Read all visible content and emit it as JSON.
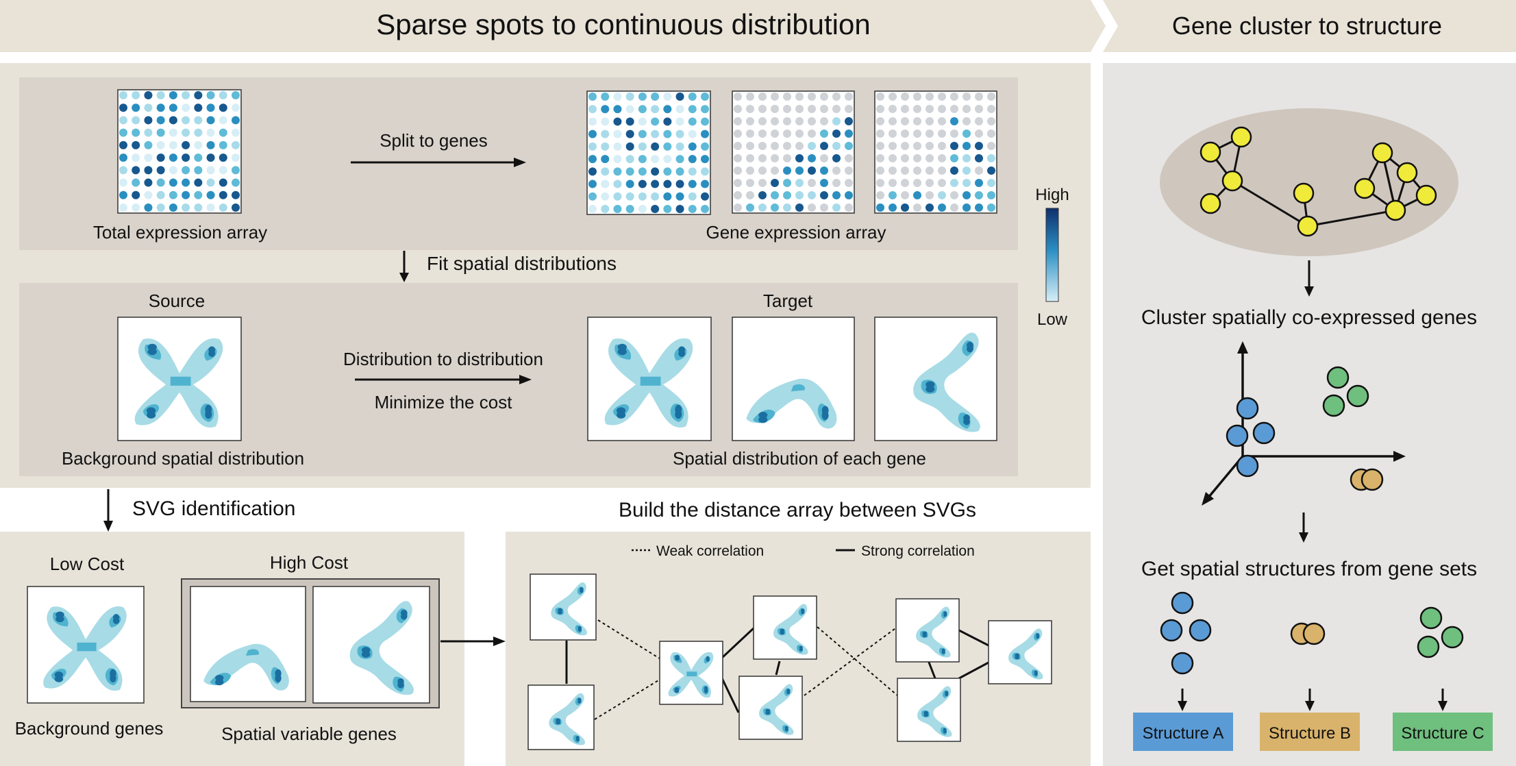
{
  "banner": {
    "left_title": "Sparse spots to continuous distribution",
    "right_title": "Gene cluster to structure"
  },
  "top_panel": {
    "total_array_label": "Total expression array",
    "split_label": "Split to genes",
    "gene_array_label": "Gene expression array",
    "fit_label": "Fit spatial distributions"
  },
  "legend": {
    "high": "High",
    "low": "Low"
  },
  "dist_panel": {
    "source_label": "Source",
    "target_label": "Target",
    "arrow_top": "Distribution to distribution",
    "arrow_bottom": "Minimize the cost",
    "background_label": "Background spatial distribution",
    "each_gene_label": "Spatial distribution of each gene"
  },
  "svg_step": {
    "label": "SVG identification"
  },
  "cost_panel": {
    "low_cost": "Low Cost",
    "high_cost": "High Cost",
    "background_genes": "Background genes",
    "variable_genes": "Spatial variable genes"
  },
  "distance_panel": {
    "title": "Build the distance array between SVGs",
    "weak": "Weak correlation",
    "strong": "Strong correlation"
  },
  "right_column": {
    "cluster_label": "Cluster spatially co-expressed genes",
    "structures_label": "Get spatial structures from gene sets",
    "structures": [
      {
        "label": "Structure A",
        "color": "#5b9bd5"
      },
      {
        "label": "Structure B",
        "color": "#d9b36b"
      },
      {
        "label": "Structure C",
        "color": "#6fbf7e"
      }
    ]
  },
  "colors": {
    "banner": "#e8e2d7",
    "panel_outer": "#e8e3d9",
    "panel_inner": "#d9d3cb",
    "right_panel": "#e6e5e3",
    "blob_light": "#a7dbe6",
    "blob_mid": "#4fb3cf",
    "blob_dark": "#1a6fa0",
    "node_yellow": "#f0ea3a",
    "node_blue": "#5b9bd5",
    "node_green": "#6fbf7e",
    "node_gold": "#d9b36b"
  }
}
